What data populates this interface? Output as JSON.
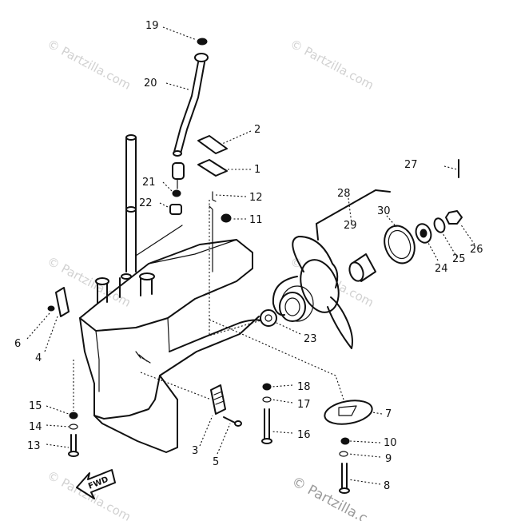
{
  "watermark": "© Partzilla.com",
  "watermark_corner": "© Partzilla.c",
  "direction_label": "FWD",
  "parts": [
    {
      "id": "1",
      "label": "1"
    },
    {
      "id": "2",
      "label": "2"
    },
    {
      "id": "3",
      "label": "3"
    },
    {
      "id": "4",
      "label": "4"
    },
    {
      "id": "5",
      "label": "5"
    },
    {
      "id": "6",
      "label": "6"
    },
    {
      "id": "7",
      "label": "7"
    },
    {
      "id": "8",
      "label": "8"
    },
    {
      "id": "9",
      "label": "9"
    },
    {
      "id": "10",
      "label": "10"
    },
    {
      "id": "11",
      "label": "11"
    },
    {
      "id": "12",
      "label": "12"
    },
    {
      "id": "13",
      "label": "13"
    },
    {
      "id": "14",
      "label": "14"
    },
    {
      "id": "15",
      "label": "15"
    },
    {
      "id": "16",
      "label": "16"
    },
    {
      "id": "17",
      "label": "17"
    },
    {
      "id": "18",
      "label": "18"
    },
    {
      "id": "19",
      "label": "19"
    },
    {
      "id": "20",
      "label": "20"
    },
    {
      "id": "21",
      "label": "21"
    },
    {
      "id": "22",
      "label": "22"
    },
    {
      "id": "23",
      "label": "23"
    },
    {
      "id": "24",
      "label": "24"
    },
    {
      "id": "25",
      "label": "25"
    },
    {
      "id": "26",
      "label": "26"
    },
    {
      "id": "27",
      "label": "27"
    },
    {
      "id": "28",
      "label": "28"
    },
    {
      "id": "29",
      "label": "29"
    },
    {
      "id": "30",
      "label": "30"
    }
  ]
}
